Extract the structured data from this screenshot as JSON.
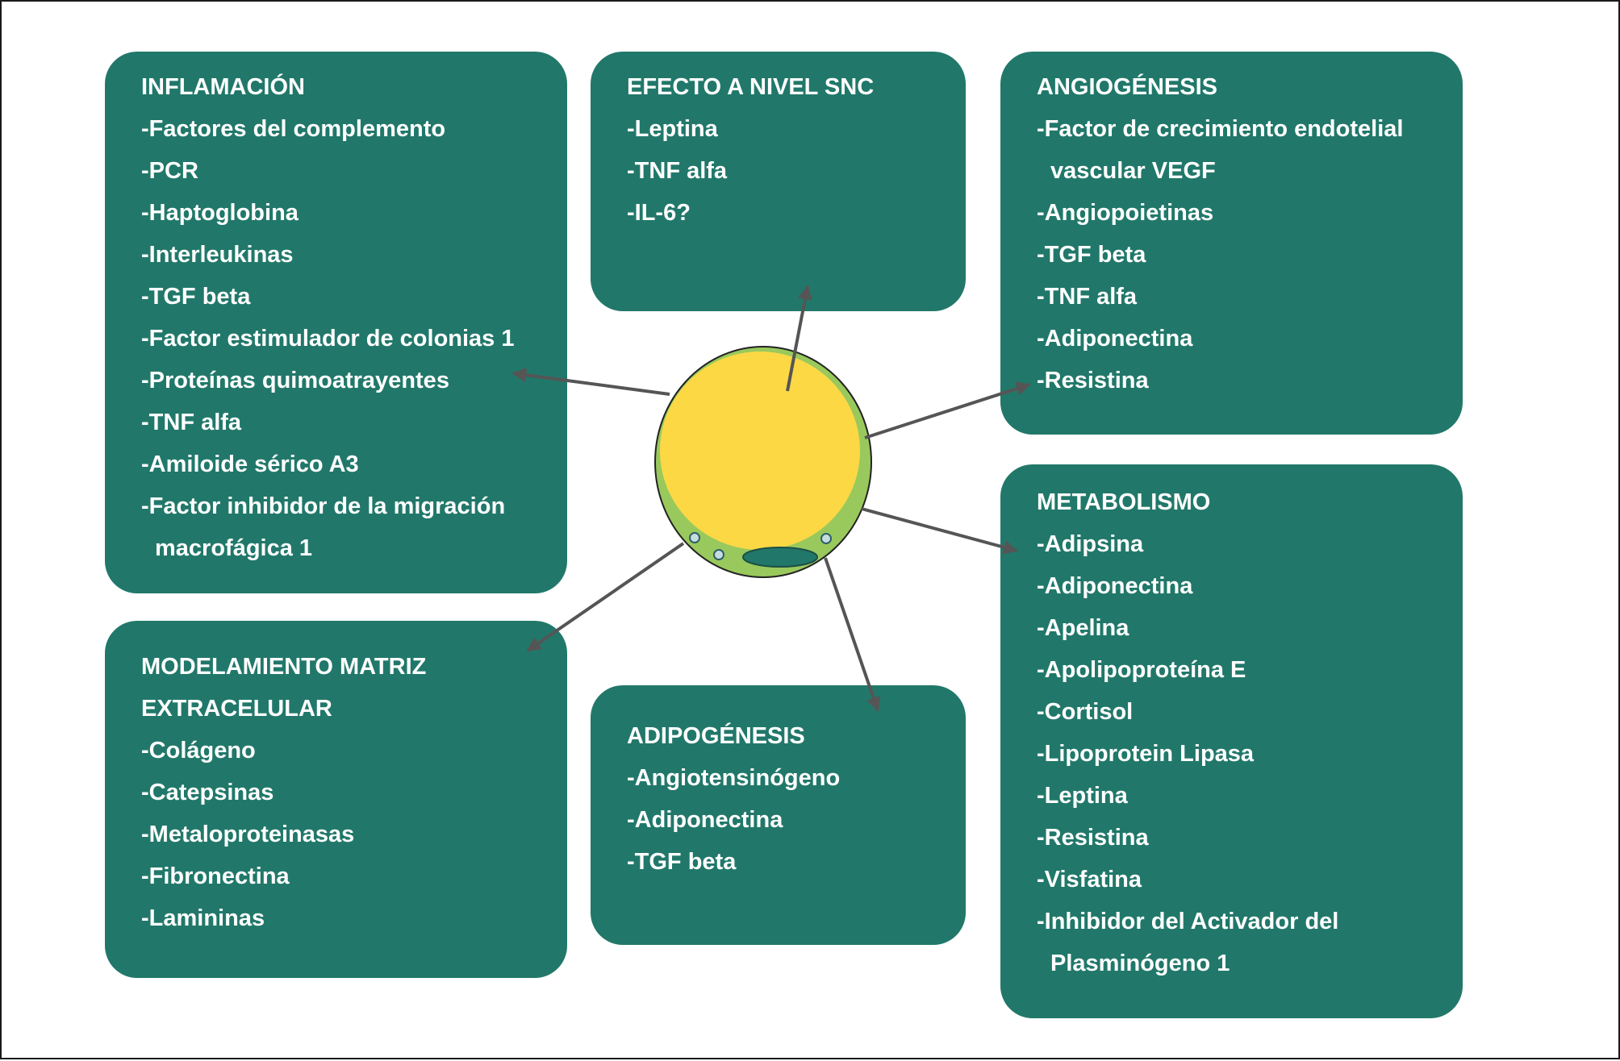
{
  "colors": {
    "panel": "#21786a",
    "panel_text": "#ffffff",
    "cell_outer": "#99c95c",
    "cell_inner": "#fcd845",
    "nucleus": "#21786a",
    "arrow": "#555555"
  },
  "cell": {
    "label": ""
  },
  "panels": {
    "inflamacion": {
      "title": "INFLAMACIÓN",
      "items": [
        "-Factores del complemento",
        "-PCR",
        "-Haptoglobina",
        "-Interleukinas",
        "-TGF beta",
        "-Factor estimulador de colonias 1",
        "-Proteínas quimoatrayentes",
        "-TNF alfa",
        "-Amiloide sérico A3",
        "-Factor inhibidor de la migración",
        "macrofágica 1"
      ]
    },
    "snc": {
      "title": "EFECTO A NIVEL SNC",
      "items": [
        "-Leptina",
        "-TNF alfa",
        "-IL-6?"
      ]
    },
    "angiogenesis": {
      "title": "ANGIOGÉNESIS",
      "items": [
        "-Factor de crecimiento endotelial",
        "vascular VEGF",
        "-Angiopoietinas",
        "-TGF beta",
        "-TNF alfa",
        "-Adiponectina",
        "-Resistina"
      ]
    },
    "metabolismo": {
      "title": "METABOLISMO",
      "items": [
        "-Adipsina",
        "-Adiponectina",
        "-Apelina",
        "-Apolipoproteína E",
        "-Cortisol",
        "-Lipoprotein Lipasa",
        "-Leptina",
        "-Resistina",
        "-Visfatina",
        "-Inhibidor del Activador del",
        "Plasminógeno 1"
      ]
    },
    "matriz": {
      "title_line1": "MODELAMIENTO MATRIZ",
      "title_line2": "EXTRACELULAR",
      "items": [
        "-Colágeno",
        "-Catepsinas",
        "-Metaloproteinasas",
        "-Fibronectina",
        "-Lamininas"
      ]
    },
    "adipogenesis": {
      "title": "ADIPOGÉNESIS",
      "items": [
        "-Angiotensinógeno",
        "-Adiponectina",
        "-TGF beta"
      ]
    }
  }
}
